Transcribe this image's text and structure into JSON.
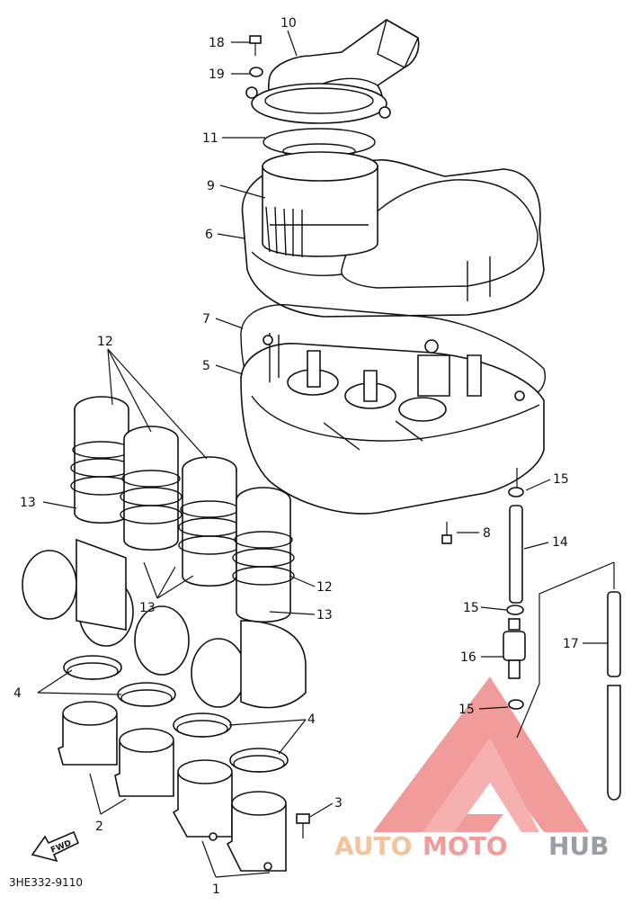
{
  "diagram": {
    "code": "3HE332-9110",
    "fwd_label": "FWD",
    "callouts": {
      "c1": "1",
      "c2": "2",
      "c3": "3",
      "c4a": "4",
      "c4b": "4",
      "c5": "5",
      "c6": "6",
      "c7": "7",
      "c8": "8",
      "c9": "9",
      "c10": "10",
      "c11": "11",
      "c12a": "12",
      "c12b": "12",
      "c13a": "13",
      "c13b": "13",
      "c13c": "13",
      "c14": "14",
      "c15a": "15",
      "c15b": "15",
      "c15c": "15",
      "c16": "16",
      "c17": "17",
      "c18": "18",
      "c19": "19"
    }
  },
  "watermark": {
    "part1": "AUTO",
    "part2": "MOTO",
    "part3": "HUB",
    "color_main": "#f08a8a",
    "color_accent": "#f2b98a",
    "color_dark": "#8a8f96"
  }
}
